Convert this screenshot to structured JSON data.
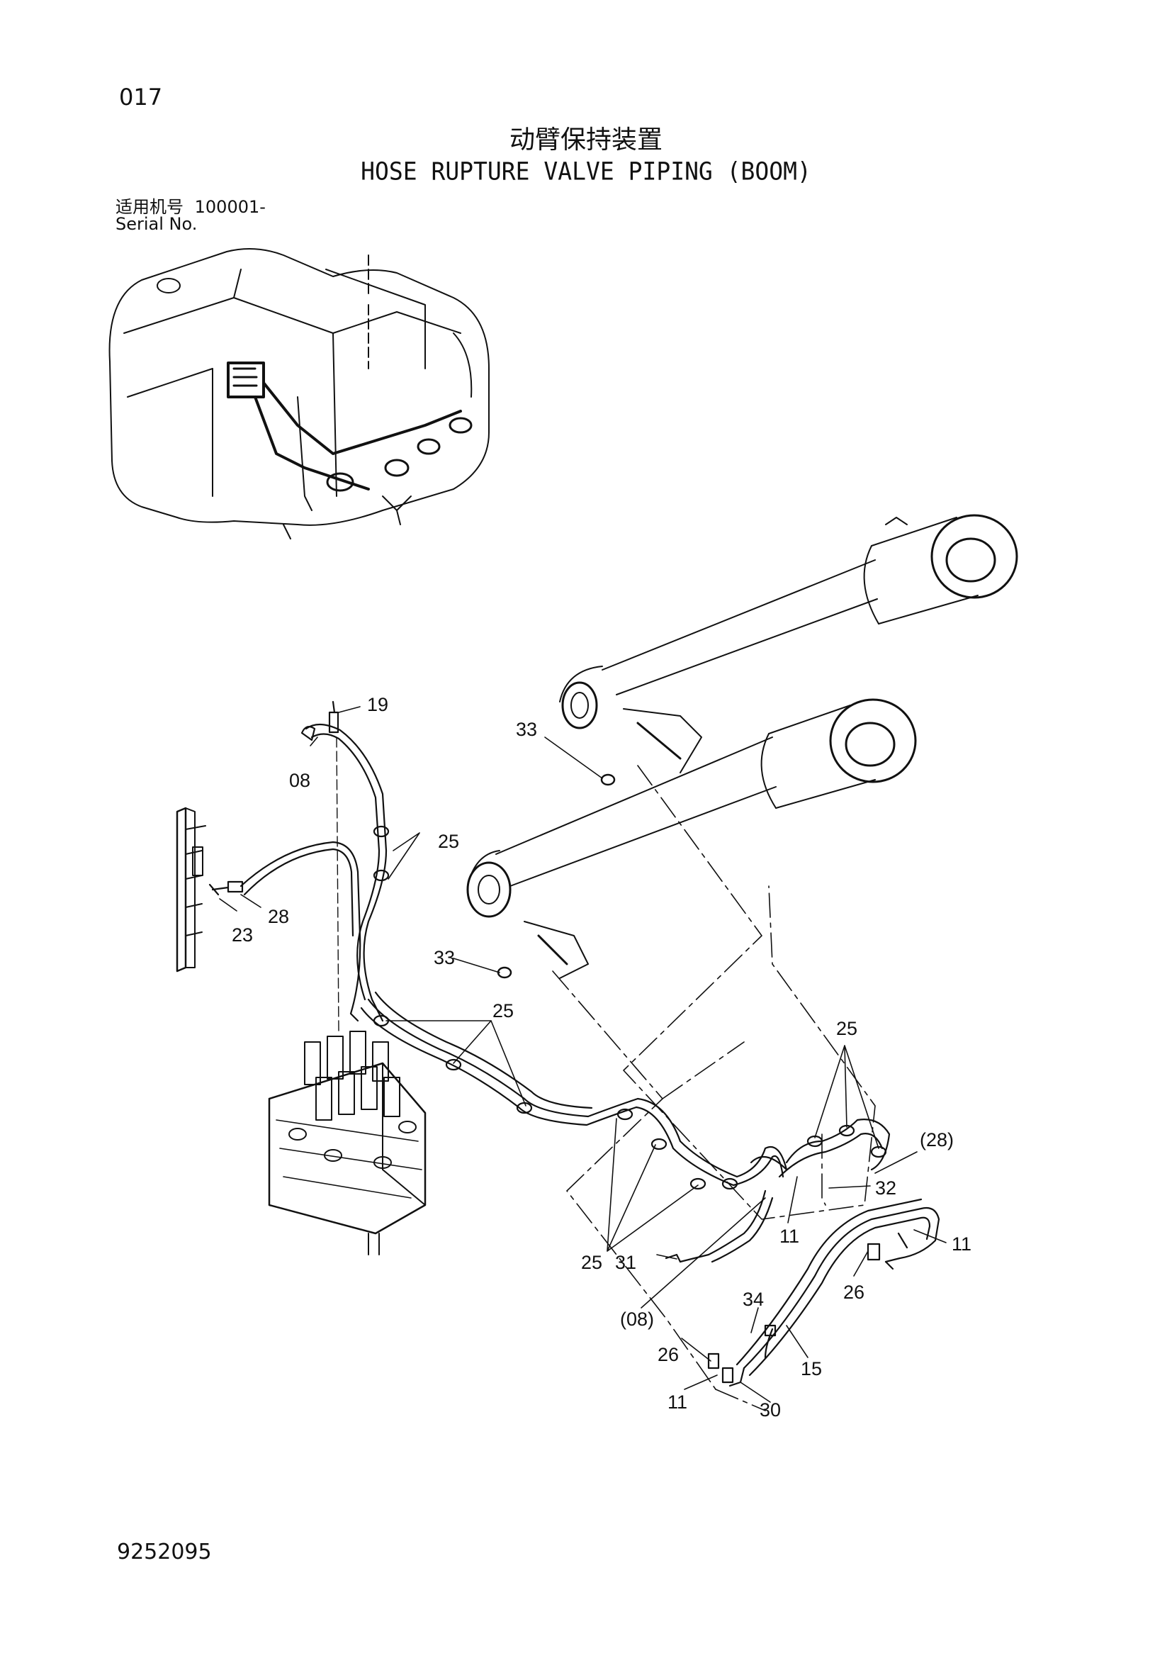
{
  "page_number": "017",
  "title_cn": "动臂保持装置",
  "title_en": "HOSE RUPTURE VALVE PIPING (BOOM)",
  "serial_label_cn": "适用机号",
  "serial_value": "100001-",
  "serial_label_en": "Serial No.",
  "document_number": "9252095",
  "callouts": [
    "19",
    "08",
    "25",
    "23",
    "28",
    "33",
    "33",
    "25",
    "25",
    "(28)",
    "32",
    "11",
    "11",
    "26",
    "25",
    "31",
    "(08)",
    "34",
    "26",
    "15",
    "11",
    "30"
  ]
}
